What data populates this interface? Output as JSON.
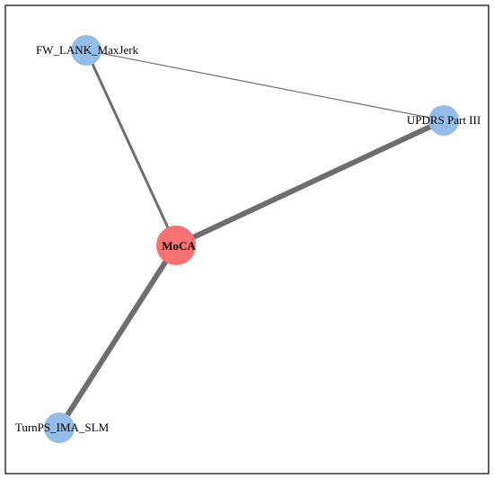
{
  "diagram": {
    "type": "network",
    "nodes": [
      {
        "id": "moca",
        "label": "MoCA",
        "color": "#f87272",
        "central": true
      },
      {
        "id": "fw",
        "label": "FW_LANK_MaxJerk",
        "color": "#94bde7"
      },
      {
        "id": "updrs",
        "label": "UPDRS Part III",
        "color": "#94bde7"
      },
      {
        "id": "turn",
        "label": "TurnPS_IMA_SLM",
        "color": "#94bde7"
      }
    ],
    "edges": [
      {
        "source": "fw",
        "target": "moca",
        "weight": 3
      },
      {
        "source": "fw",
        "target": "updrs",
        "weight": 1.2
      },
      {
        "source": "moca",
        "target": "updrs",
        "weight": 6
      },
      {
        "source": "moca",
        "target": "turn",
        "weight": 6
      }
    ],
    "edge_color": "#6e6e6e"
  }
}
